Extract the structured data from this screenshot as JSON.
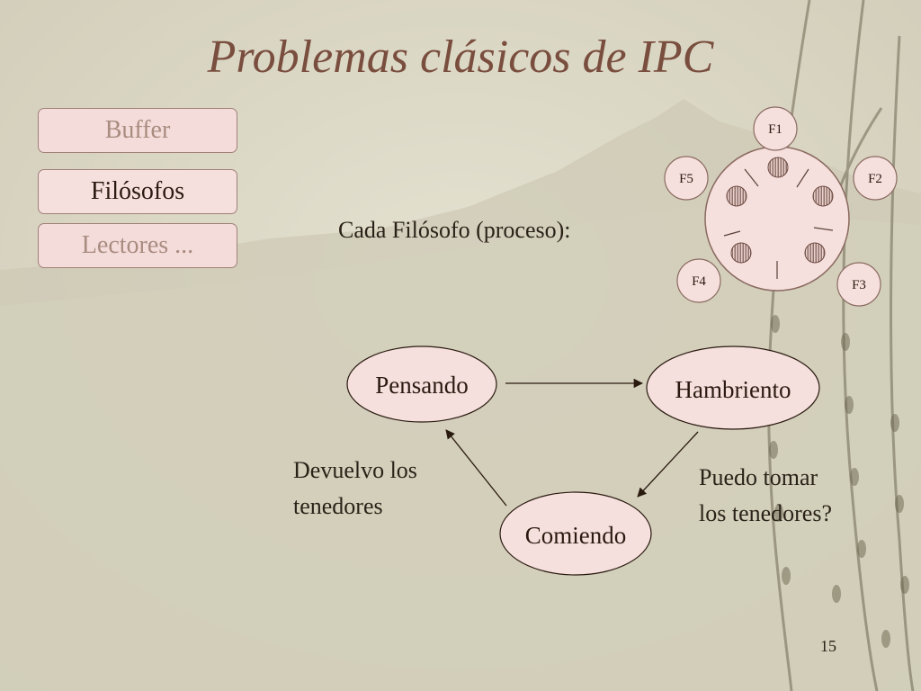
{
  "slide": {
    "title": "Problemas clásicos de IPC",
    "page_number": "15"
  },
  "nav": {
    "items": [
      {
        "label": "Buffer",
        "active": false
      },
      {
        "label": "Filósofos",
        "active": true
      },
      {
        "label": "Lectores ...",
        "active": false
      }
    ]
  },
  "intro_text": "Cada Filósofo (proceso):",
  "table": {
    "philosophers": [
      "F1",
      "F2",
      "F3",
      "F4",
      "F5"
    ]
  },
  "states": {
    "thinking": "Pensando",
    "hungry": "Hambriento",
    "eating": "Comiendo"
  },
  "transitions": {
    "eating_to_thinking": [
      "Devuelvo los",
      "tenedores"
    ],
    "hungry_to_eating": [
      "Puedo tomar",
      "los tenedores?"
    ]
  },
  "colors": {
    "accent_title": "#7a4e3e",
    "node_fill": "#f6e0de",
    "background": "#dcd8c6"
  }
}
